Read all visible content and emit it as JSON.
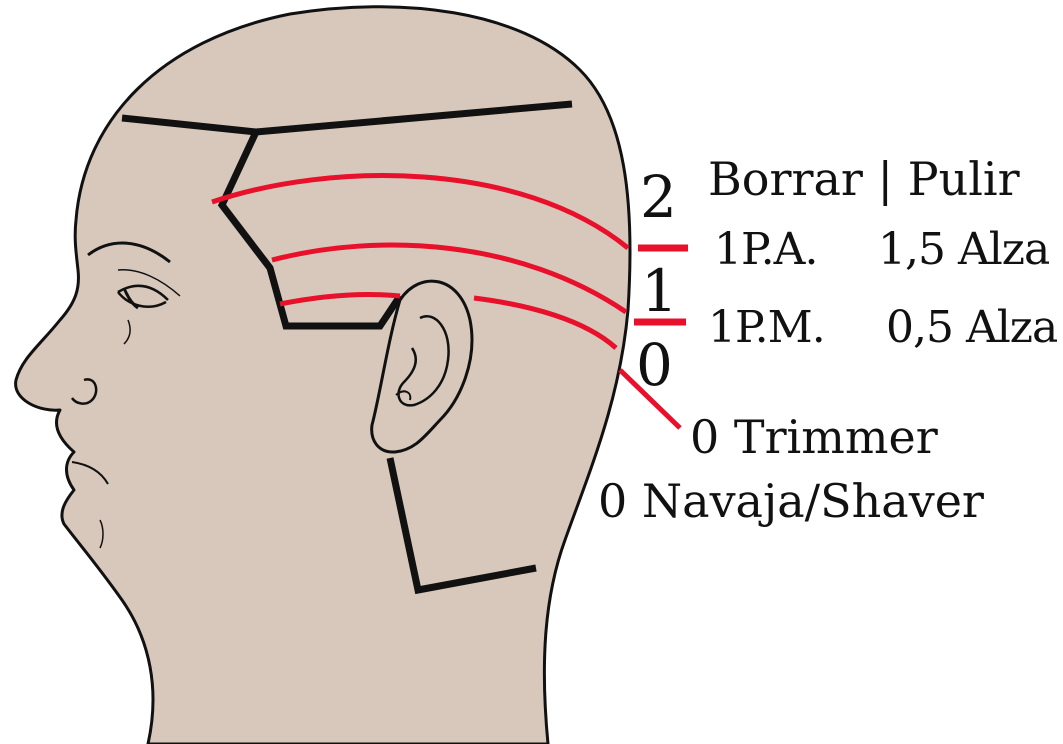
{
  "diagram": {
    "levels": {
      "top": "2",
      "middle": "1",
      "bottom": "0"
    },
    "header": "Borrar | Pulir",
    "rows": [
      {
        "guard": "1P.A.",
        "alza": "1,5 Alza"
      },
      {
        "guard": "1P.M.",
        "alza": "0,5 Alza"
      }
    ],
    "tools": {
      "trimmer": "0 Trimmer",
      "shaver": "0 Navaja/Shaver"
    }
  },
  "colors": {
    "skin": "#d7c8bb",
    "outline": "#111111",
    "guide_red": "#e8102a",
    "guide_black": "#111111"
  }
}
